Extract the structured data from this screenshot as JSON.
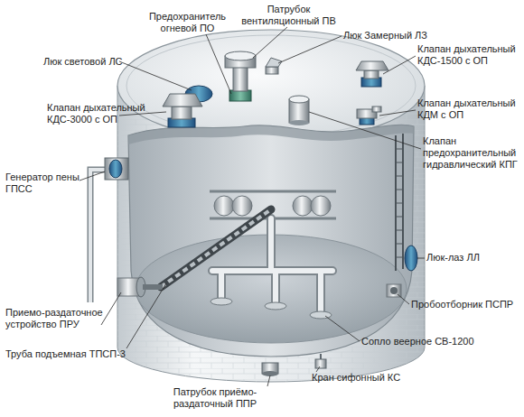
{
  "diagram": {
    "labels": [
      "Предохранитель огневой ПО",
      "Патрубок вентиляционный ПВ",
      "Люк Замерный ЛЗ",
      "Люк световой ЛС",
      "Клапан дыхательный КДС-1500 с ОП",
      "Клапан дыхательный КДС-3000 с ОП",
      "Клапан дыхательный КДМ с ОП",
      "Клапан предохранительный гидравлический КПГ",
      "Генератор пены ГПСС",
      "Люк-лаз ЛЛ",
      "Приемо-раздаточное устройство ПРУ",
      "Пробоотборник ПСПР",
      "Труба подъемная ТПСП-3",
      "Сопло веерное СВ-1200",
      "Кран сифонный КС",
      "Патрубок приёмо-раздаточный ППР"
    ]
  }
}
